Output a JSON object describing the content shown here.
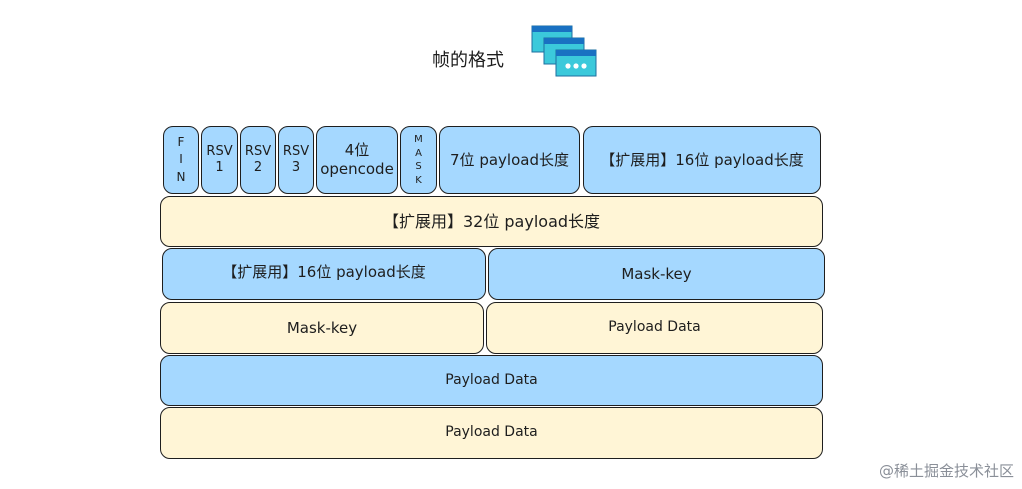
{
  "title": "帧的格式",
  "header_row": {
    "fin": [
      "F",
      "I",
      "N"
    ],
    "rsv1": "RSV\n1",
    "rsv2": "RSV\n2",
    "rsv3": "RSV\n3",
    "opcode": "4位\nopencode",
    "mask": [
      "M",
      "A",
      "S",
      "K"
    ],
    "payload_len_7": "7位 payload长度",
    "ext_16_top": "【扩展用】16位 payload长度"
  },
  "row2": {
    "ext_32": "【扩展用】32位 payload长度"
  },
  "row3": {
    "ext_16": "【扩展用】16位 payload长度",
    "mask_key": "Mask-key"
  },
  "row4": {
    "mask_key": "Mask-key",
    "payload_data": "Payload Data"
  },
  "row5": {
    "payload_data": "Payload Data"
  },
  "row6": {
    "payload_data": "Payload Data"
  },
  "watermark": "@稀土掘金技术社区",
  "colors": {
    "blue": "#a5d8ff",
    "yellow": "#fff5d6",
    "icon_fill": "#3bc9db",
    "icon_bar": "#1971c2"
  }
}
